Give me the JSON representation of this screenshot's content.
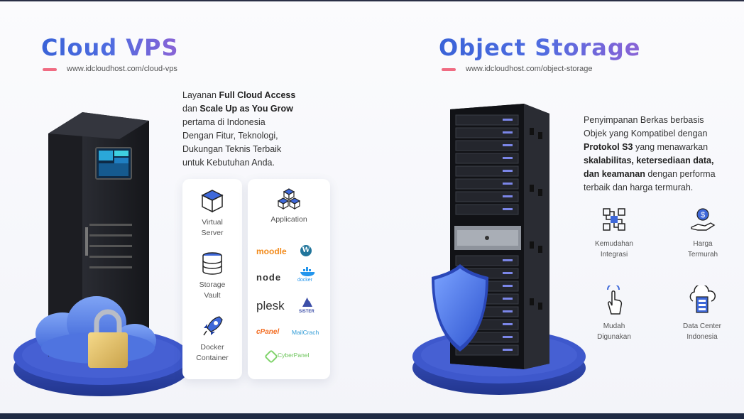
{
  "left": {
    "title": "Cloud VPS",
    "url": "www.idcloudhost.com/cloud-vps",
    "desc": {
      "l1_pre": "Layanan ",
      "l1_bold": "Full Cloud Access",
      "l2_pre": "dan ",
      "l2_bold": "Scale Up as You Grow",
      "l3": "pertama di Indonesia",
      "l4": "Dengan Fitur, Teknologi,",
      "l5": "Dukungan Teknis Terbaik",
      "l6": "untuk Kebutuhan Anda."
    },
    "features": [
      {
        "l1": "Virtual",
        "l2": "Server",
        "icon": "cube-icon"
      },
      {
        "l1": "Storage",
        "l2": "Vault",
        "icon": "database-icon"
      },
      {
        "l1": "Docker",
        "l2": "Container",
        "icon": "rocket-icon"
      }
    ],
    "application_label": "Application",
    "logos": {
      "moodle": "moodle",
      "wordpress": "W",
      "node": "node",
      "docker": "docker",
      "plesk": "plesk",
      "sister": "SISTER",
      "cpanel": "cPanel",
      "mailcrach": "MailCrach",
      "cyberpanel": "CyberPanel"
    }
  },
  "right": {
    "title": "Object Storage",
    "url": "www.idcloudhost.com/object-storage",
    "desc": {
      "l1": "Penyimpanan Berkas berbasis",
      "l2": "Objek yang Kompatibel dengan",
      "l3_bold": "Protokol S3",
      "l3_post": " yang menawarkan",
      "l4_bold": "skalabilitas, ketersediaan data,",
      "l5_bold": "dan keamanan",
      "l5_post": " dengan performa",
      "l6": "terbaik dan harga termurah."
    },
    "items": [
      {
        "l1": "Kemudahan",
        "l2": "Integrasi",
        "icon": "circuit-chip-icon"
      },
      {
        "l1": "Harga",
        "l2": "Termurah",
        "icon": "money-hand-icon"
      },
      {
        "l1": "Mudah",
        "l2": "Digunakan",
        "icon": "tap-hand-icon"
      },
      {
        "l1": "Data Center",
        "l2": "Indonesia",
        "icon": "cloud-server-icon"
      }
    ]
  },
  "colors": {
    "title_gradient_start": "#3a63d8",
    "title_gradient_end": "#8a63d6",
    "url_accent": "#f06b82",
    "pedestal": "#2d43a8",
    "shield": "#3d6fe0"
  }
}
